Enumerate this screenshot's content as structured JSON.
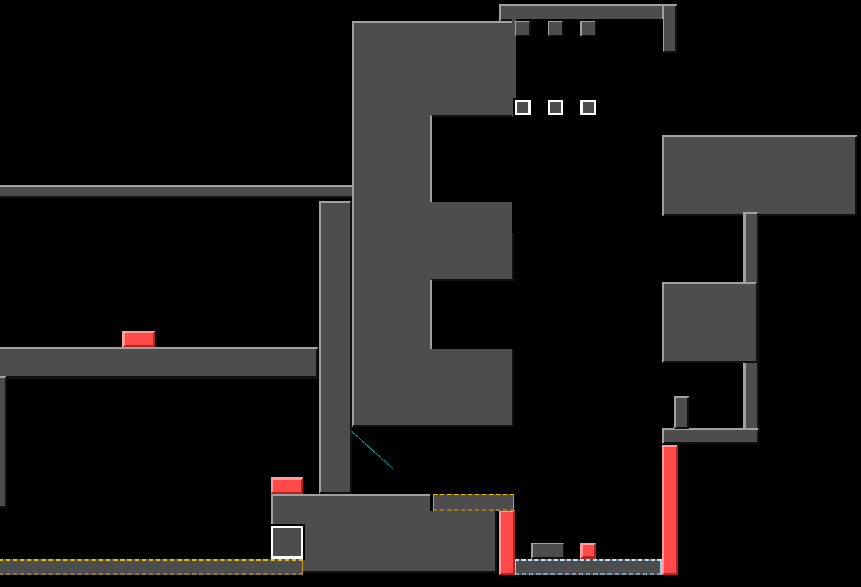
{
  "scene": {
    "type": "platformer-level",
    "colors": {
      "background": "#000000",
      "wall_fill": "#4d4d4d",
      "wall_highlight": "#a0a0a0",
      "hazard": "#ff4a4a",
      "platform_yellow": "#e8c000",
      "platform_ice": "#bfe6ff",
      "aim_line": "#00c8d8",
      "outline_white": "#ffffff"
    },
    "elements": {
      "hazards": [
        "spike-red-1",
        "spike-red-2",
        "spike-red-3",
        "spike-red-4",
        "lava-column-left",
        "lava-column-right"
      ],
      "moving_platforms": [
        "yellow-platform-top",
        "yellow-platform-bottom"
      ],
      "ice_platforms": [
        "ice-platform"
      ],
      "collectible_blocks_dim": 3,
      "collectible_blocks_outlined": 3
    }
  }
}
